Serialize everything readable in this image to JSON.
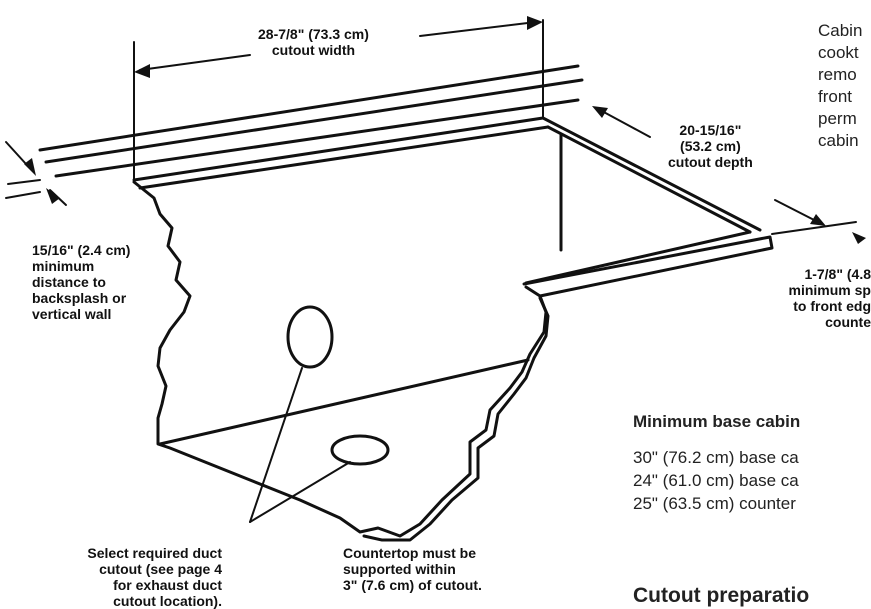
{
  "labels": {
    "cutout_width": "28-7/8\" (73.3 cm)\ncutout width",
    "cutout_depth": "20-15/16\"\n(53.2 cm)\ncutout depth",
    "backsplash": "15/16\" (2.4 cm)\nminimum\ndistance to\nbacksplash or\nvertical wall",
    "front_edge": "1-7/8\" (4.8\nminimum sp\nto front edg\ncounte",
    "duct": "Select required duct\ncutout (see page 4\nfor exhaust duct\ncutout location).",
    "support": "Countertop must be\nsupported within\n3\" (7.6 cm) of cutout."
  },
  "side_note": "Cabin\ncookt\nremo\nfront\nperm\ncabin",
  "min_base": {
    "heading": "Minimum base cabin",
    "lines": [
      "30\" (76.2 cm) base ca",
      "24\" (61.0 cm) base ca",
      "25\" (63.5 cm) counter"
    ]
  },
  "section_heading": "Cutout preparatio"
}
